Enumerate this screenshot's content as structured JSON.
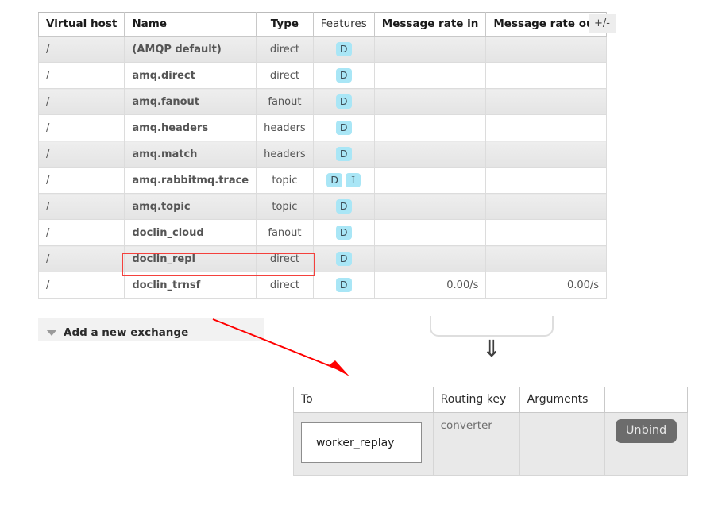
{
  "exchanges_table": {
    "headers": [
      {
        "label": "Virtual host",
        "bold": true
      },
      {
        "label": "Name",
        "bold": true
      },
      {
        "label": "Type",
        "bold": true
      },
      {
        "label": "Features",
        "bold": false
      },
      {
        "label": "Message rate in",
        "bold": true
      },
      {
        "label": "Message rate out",
        "bold": true
      }
    ],
    "plus_minus_label": "+/-",
    "rows": [
      {
        "vhost": "/",
        "name": "(AMQP default)",
        "type": "direct",
        "features": [
          "D"
        ],
        "rate_in": "",
        "rate_out": ""
      },
      {
        "vhost": "/",
        "name": "amq.direct",
        "type": "direct",
        "features": [
          "D"
        ],
        "rate_in": "",
        "rate_out": ""
      },
      {
        "vhost": "/",
        "name": "amq.fanout",
        "type": "fanout",
        "features": [
          "D"
        ],
        "rate_in": "",
        "rate_out": ""
      },
      {
        "vhost": "/",
        "name": "amq.headers",
        "type": "headers",
        "features": [
          "D"
        ],
        "rate_in": "",
        "rate_out": ""
      },
      {
        "vhost": "/",
        "name": "amq.match",
        "type": "headers",
        "features": [
          "D"
        ],
        "rate_in": "",
        "rate_out": ""
      },
      {
        "vhost": "/",
        "name": "amq.rabbitmq.trace",
        "type": "topic",
        "features": [
          "D",
          "I"
        ],
        "rate_in": "",
        "rate_out": ""
      },
      {
        "vhost": "/",
        "name": "amq.topic",
        "type": "topic",
        "features": [
          "D"
        ],
        "rate_in": "",
        "rate_out": ""
      },
      {
        "vhost": "/",
        "name": "doclin_cloud",
        "type": "fanout",
        "features": [
          "D"
        ],
        "rate_in": "",
        "rate_out": ""
      },
      {
        "vhost": "/",
        "name": "doclin_repl",
        "type": "direct",
        "features": [
          "D"
        ],
        "rate_in": "",
        "rate_out": "",
        "highlighted": true
      },
      {
        "vhost": "/",
        "name": "doclin_trnsf",
        "type": "direct",
        "features": [
          "D"
        ],
        "rate_in": "0.00/s",
        "rate_out": "0.00/s"
      }
    ]
  },
  "add_exchange": {
    "label": "Add a new exchange"
  },
  "annotations": {
    "highlight_color": "#f4413d",
    "arrow_color": "#ff0000",
    "double_arrow_glyph": "⇓"
  },
  "bindings_table": {
    "headers": [
      "To",
      "Routing key",
      "Arguments",
      ""
    ],
    "rows": [
      {
        "to": "worker_replay",
        "routing_key": "converter",
        "arguments": "",
        "action_label": "Unbind"
      }
    ]
  }
}
